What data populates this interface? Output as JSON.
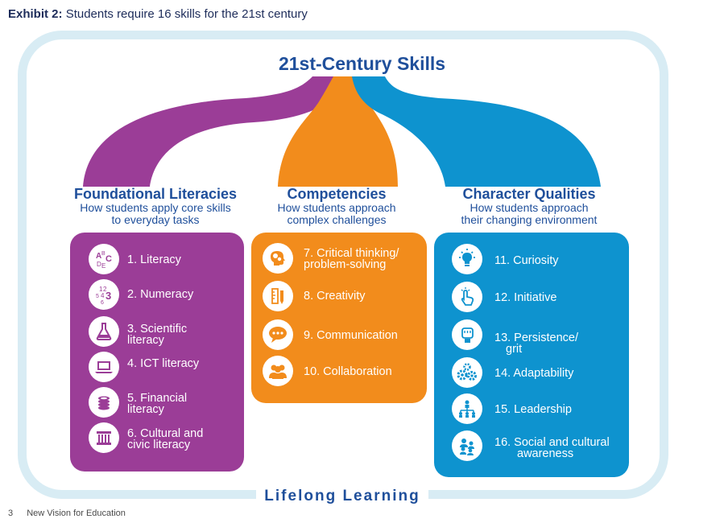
{
  "exhibit": {
    "prefix": "Exhibit 2:",
    "title": "Students require 16 skills for the 21st century"
  },
  "main_title": "21st-Century Skills",
  "frame_label": "Lifelong Learning",
  "colors": {
    "purple": "#9b3d97",
    "orange": "#f28c1c",
    "blue": "#0e93cf",
    "navy": "#1f4f9b",
    "frame": "#d8ecf4"
  },
  "categories": [
    {
      "title": "Foundational Literacies",
      "subtitle": [
        "How students apply core skills",
        "to everyday tasks"
      ],
      "items": [
        {
          "lines": [
            "1. Literacy"
          ],
          "icon": "abc-letters-icon"
        },
        {
          "lines": [
            "2. Numeracy"
          ],
          "icon": "numbers-icon"
        },
        {
          "lines": [
            "3. Scientific",
            "literacy"
          ],
          "icon": "flask-icon"
        },
        {
          "lines": [
            "4. ICT literacy"
          ],
          "icon": "laptop-icon"
        },
        {
          "lines": [
            "5. Financial",
            "literacy"
          ],
          "icon": "coin-stack-icon"
        },
        {
          "lines": [
            "6. Cultural and",
            "civic literacy"
          ],
          "icon": "column-icon"
        }
      ]
    },
    {
      "title": "Competencies",
      "subtitle": [
        "How students approach",
        "complex challenges"
      ],
      "items": [
        {
          "lines": [
            "7. Critical thinking/",
            "problem-solving"
          ],
          "icon": "head-gears-icon"
        },
        {
          "lines": [
            "8. Creativity"
          ],
          "icon": "ruler-pencil-icon"
        },
        {
          "lines": [
            "9. Communication"
          ],
          "icon": "speech-bubble-icon"
        },
        {
          "lines": [
            "10. Collaboration"
          ],
          "icon": "people-group-icon"
        }
      ]
    },
    {
      "title": "Character Qualities",
      "subtitle": [
        "How students approach",
        "their changing environment"
      ],
      "items": [
        {
          "lines": [
            "11. Curiosity"
          ],
          "icon": "lightbulb-icon"
        },
        {
          "lines": [
            "12. Initiative"
          ],
          "icon": "pointing-hand-icon"
        },
        {
          "lines": [
            "13. Persistence/",
            "grit"
          ],
          "icon": "fist-icon"
        },
        {
          "lines": [
            "14. Adaptability"
          ],
          "icon": "gears-icon"
        },
        {
          "lines": [
            "15. Leadership"
          ],
          "icon": "org-chart-icon"
        },
        {
          "lines": [
            "16. Social and cultural",
            "awareness"
          ],
          "icon": "diverse-people-icon"
        }
      ]
    }
  ],
  "footer": {
    "page": "3",
    "text": "New Vision for Education"
  }
}
